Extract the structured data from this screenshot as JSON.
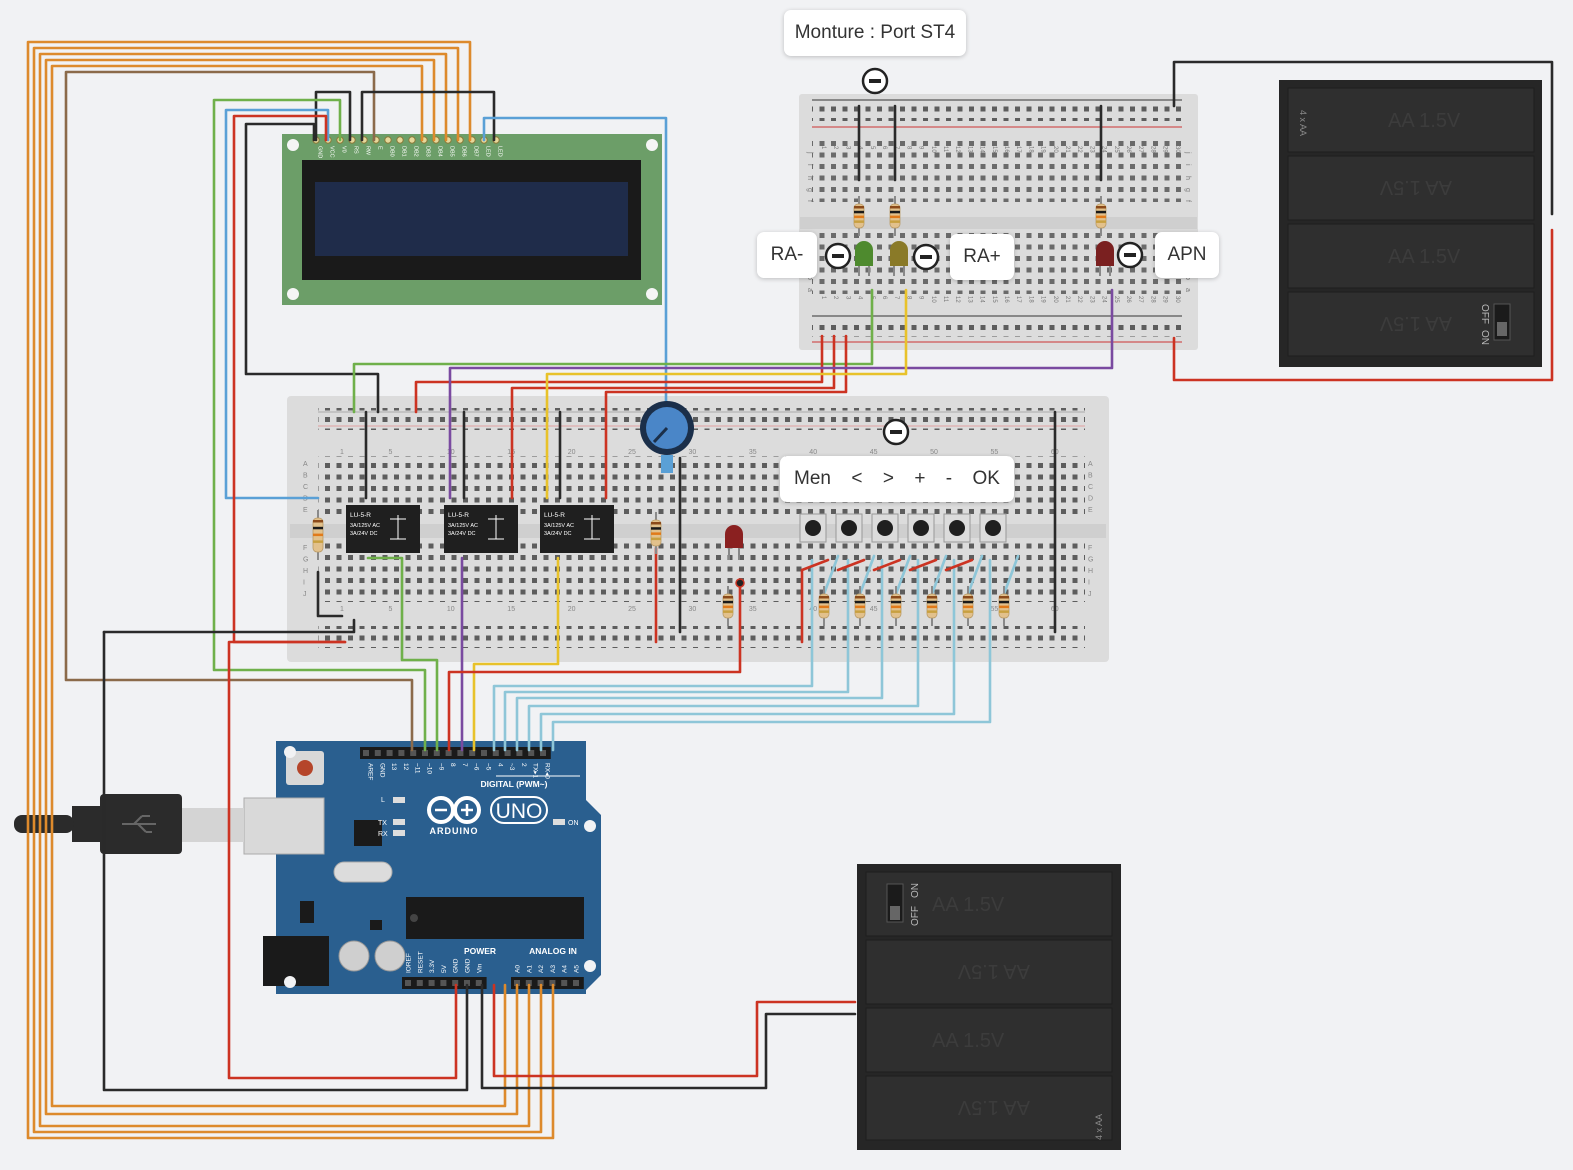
{
  "callouts": {
    "mount": "Monture : Port ST4",
    "ra_minus": "RA-",
    "ra_plus": "RA+",
    "apn": "APN",
    "menu": [
      "Men",
      "<",
      ">",
      "+",
      "-",
      "OK"
    ]
  },
  "lcd": {
    "pins": [
      "GND",
      "VCC",
      "V0",
      "RS",
      "RW",
      "E",
      "DB0",
      "DB1",
      "DB2",
      "DB3",
      "DB4",
      "DB5",
      "DB6",
      "DB7",
      "LED",
      "LED"
    ]
  },
  "relays": [
    {
      "label": "LU-5-R",
      "line1": "3A/125V AC",
      "line2": "3A/24V DC"
    },
    {
      "label": "LU-5-R",
      "line1": "3A/125V AC",
      "line2": "3A/24V DC"
    },
    {
      "label": "LU-5-R",
      "line1": "3A/125V AC",
      "line2": "3A/24V DC"
    }
  ],
  "arduino": {
    "brand": "ARDUINO",
    "model": "UNO",
    "digital_label": "DIGITAL (PWM~)",
    "power_label": "POWER",
    "analog_label": "ANALOG IN",
    "on_label": "ON",
    "led_labels": [
      "L",
      "TX",
      "RX"
    ],
    "digital_pins": [
      "AREF",
      "GND",
      "13",
      "12",
      "~11",
      "~10",
      "~9",
      "8",
      "7",
      "~6",
      "~5",
      "4",
      "~3",
      "2",
      "TX▸1",
      "RX◂0"
    ],
    "power_pins": [
      "IOREF",
      "RESET",
      "3.3V",
      "5V",
      "GND",
      "GND",
      "Vin"
    ],
    "analog_pins": [
      "A0",
      "A1",
      "A2",
      "A3",
      "A4",
      "A5"
    ]
  },
  "battery_packs": [
    {
      "cells": [
        "AA 1.5V",
        "AA 1.5V",
        "AA 1.5V",
        "AA 1.5V"
      ],
      "count_label": "4 x AA",
      "switch_labels": [
        "OFF",
        "ON"
      ]
    },
    {
      "cells": [
        "AA 1.5V",
        "AA 1.5V",
        "AA 1.5V",
        "AA 1.5V"
      ],
      "count_label": "4 x AA",
      "switch_labels": [
        "OFF",
        "ON"
      ]
    }
  ],
  "breadboard_small": {
    "row_letters_top": [
      "j",
      "i",
      "h",
      "g",
      "f"
    ],
    "row_letters_bottom": [
      "e",
      "d",
      "c",
      "b",
      "a"
    ],
    "columns": [
      "1",
      "2",
      "3",
      "4",
      "5",
      "6",
      "7",
      "8",
      "9",
      "10",
      "11",
      "12",
      "13",
      "14",
      "15",
      "16",
      "17",
      "18",
      "19",
      "20",
      "21",
      "22",
      "23",
      "24",
      "25",
      "26",
      "27",
      "28",
      "29",
      "30"
    ]
  },
  "breadboard_large": {
    "row_letters_top": [
      "A",
      "B",
      "C",
      "D",
      "E"
    ],
    "row_letters_bottom": [
      "F",
      "G",
      "H",
      "I",
      "J"
    ],
    "column_marks": [
      "1",
      "5",
      "10",
      "15",
      "20",
      "25",
      "30",
      "35",
      "40",
      "45",
      "50",
      "55",
      "60"
    ]
  },
  "colors": {
    "background": "#f1f2f4",
    "breadboard": "#dcdcdc",
    "lcd_board": "#6c9e68",
    "lcd_screen": "#1f2c4a",
    "arduino_board": "#2a5f8f",
    "battery": "#262626",
    "wire_orange": "#dd8a2c",
    "wire_red": "#cc3322",
    "wire_black": "#2a2a2a",
    "wire_green": "#6fb04a",
    "wire_blue": "#5aa0d6",
    "wire_purple": "#7a4aa0",
    "wire_yellow": "#e8c22a",
    "wire_brown": "#8b6a4a",
    "wire_lightblue": "#8ec6d8"
  }
}
